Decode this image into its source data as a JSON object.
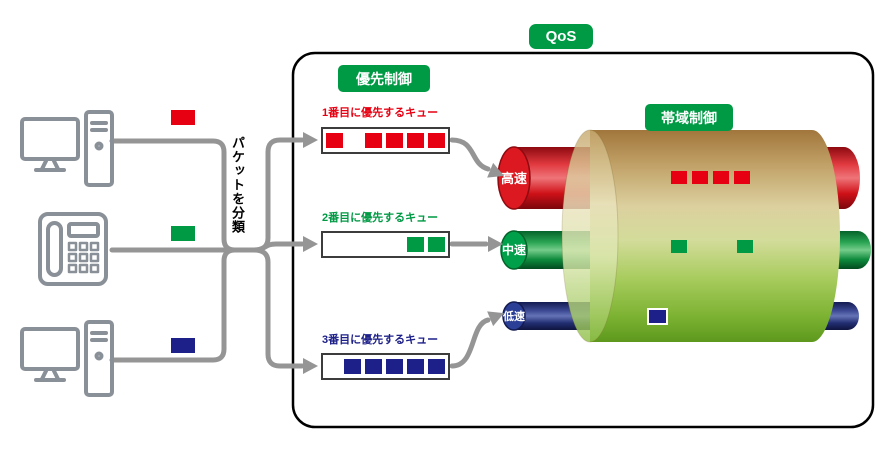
{
  "labels": {
    "qos": "QoS",
    "priority_control": "優先制御",
    "bandwidth_control": "帯域制御",
    "classify": "パケットを分類"
  },
  "queues": [
    {
      "label": "1番目に優先するキュー",
      "color": "#e60012",
      "waiting": {
        "count": 1,
        "color": "#e60012"
      },
      "queued": {
        "count": 4,
        "color": "#e60012"
      }
    },
    {
      "label": "2番目に優先するキュー",
      "color": "#009944",
      "waiting": {
        "count": 0,
        "color": "#009944"
      },
      "queued": {
        "count": 2,
        "color": "#009944"
      }
    },
    {
      "label": "3番目に優先するキュー",
      "color": "#1d2088",
      "waiting": {
        "count": 0,
        "color": "#1d2088"
      },
      "queued": {
        "count": 5,
        "color": "#1d2088"
      }
    }
  ],
  "pipes": [
    {
      "label": "高速",
      "color": "#e60012"
    },
    {
      "label": "中速",
      "color": "#009944"
    },
    {
      "label": "低速",
      "color": "#1d2088"
    }
  ],
  "sources": [
    {
      "device": "desktop-pc",
      "packet": {
        "count": 1,
        "color": "#e60012"
      }
    },
    {
      "device": "ip-phone",
      "packet": {
        "count": 1,
        "color": "#009944"
      }
    },
    {
      "device": "desktop-pc",
      "packet": {
        "count": 1,
        "color": "#1d2088"
      }
    }
  ],
  "cylinder_rows": [
    {
      "count": 4,
      "color": "#e60012"
    },
    {
      "count": 2,
      "color": "#009944"
    },
    {
      "count": 1,
      "color": "#1d2088"
    }
  ],
  "accent_green": "#009944"
}
